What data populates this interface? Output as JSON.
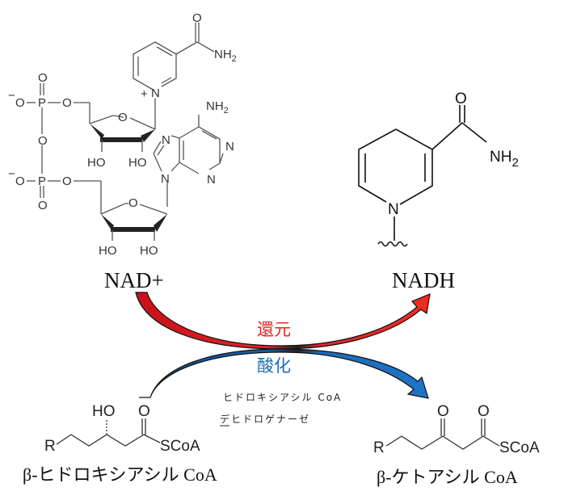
{
  "compounds": {
    "nad_plus": {
      "name": "NAD+",
      "atoms": {
        "amide_O": "O",
        "amide_NH2": "NH",
        "amide_NH2_sub": "2",
        "pyridinium_N": "N",
        "charge_plus": "+",
        "adenine_NH2": "NH",
        "adenine_NH2_sub": "2",
        "purine_N7": "N",
        "purine_N1": "N",
        "purine_N3": "N",
        "purine_N9": "N",
        "ribose1_O": "O",
        "ribose1_HO_left": "HO",
        "ribose1_HO_right": "HO",
        "ribose2_O": "O",
        "ribose2_HO_left": "HO",
        "ribose2_HO_right": "HO",
        "phosphate1_O_minus": "O",
        "phosphate1_minus": "−",
        "phosphate1_P": "P",
        "phosphate1_O_ester": "O",
        "phosphate1_O_double": "O",
        "bridge_O": "O",
        "phosphate2_O_minus": "O",
        "phosphate2_minus": "−",
        "phosphate2_P": "P",
        "phosphate2_O_ester": "O",
        "phosphate2_O_double": "O"
      }
    },
    "nadh": {
      "name": "NADH",
      "atoms": {
        "amide_O": "O",
        "amide_NH2": "NH",
        "amide_NH2_sub": "2",
        "ring_N": "N"
      }
    },
    "hydroxyacyl_coa": {
      "name": "β-ヒドロキシアシル CoA",
      "atoms": {
        "R": "R",
        "HO": "HO",
        "O": "O",
        "SCoA": "SCoA"
      }
    },
    "ketoacyl_coa": {
      "name": "β-ケトアシル CoA",
      "atoms": {
        "R": "R",
        "O1": "O",
        "O2": "O",
        "SCoA": "SCoA"
      }
    }
  },
  "reactions": {
    "reduction": {
      "label": "還元",
      "color": "#e5262a"
    },
    "oxidation": {
      "label": "酸化",
      "color": "#1f6fb5"
    }
  },
  "enzyme": {
    "line1": "ヒドロキシアシル CoA",
    "line2": "デヒドロゲナーゼ"
  }
}
